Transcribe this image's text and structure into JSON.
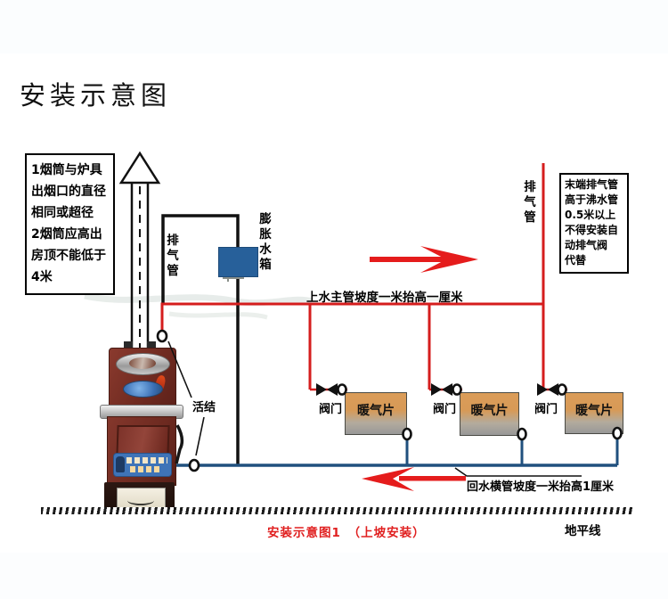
{
  "title": "安装示意图",
  "left_note": {
    "lines": [
      "1烟筒与炉具",
      "出烟口的直径",
      "相同或超径",
      "2烟筒应高出",
      "房顶不能低于",
      "4米"
    ]
  },
  "right_note": {
    "lines": [
      "末端排气管",
      "高于沸水管",
      "0.5米以上",
      "不得安装自",
      "动排气阀",
      "代替"
    ]
  },
  "labels": {
    "vent_pipe_left": "排气管",
    "expansion_tank": "膨胀水箱",
    "vent_pipe_right": "排气管",
    "union_joint": "活结",
    "supply_slope": "上水主管坡度一米抬高一厘米",
    "return_slope": "回水横管坡度一米抬高1厘米",
    "caption": "安装示意图1　（上坡安装）",
    "ground_level": "地平线"
  },
  "valves": [
    {
      "label": "阀门"
    },
    {
      "label": "阀门"
    },
    {
      "label": "阀门"
    }
  ],
  "radiators": [
    {
      "label": "暖气片"
    },
    {
      "label": "暖气片"
    },
    {
      "label": "暖气片"
    }
  ],
  "colors": {
    "supply_pipe": "#d51d1d",
    "return_pipe": "#20507e",
    "black_pipe": "#111111",
    "tank": "#27609a",
    "radiator_top": "#db9c58",
    "radiator_bottom": "#989898",
    "caption_red": "#e01f1f"
  }
}
